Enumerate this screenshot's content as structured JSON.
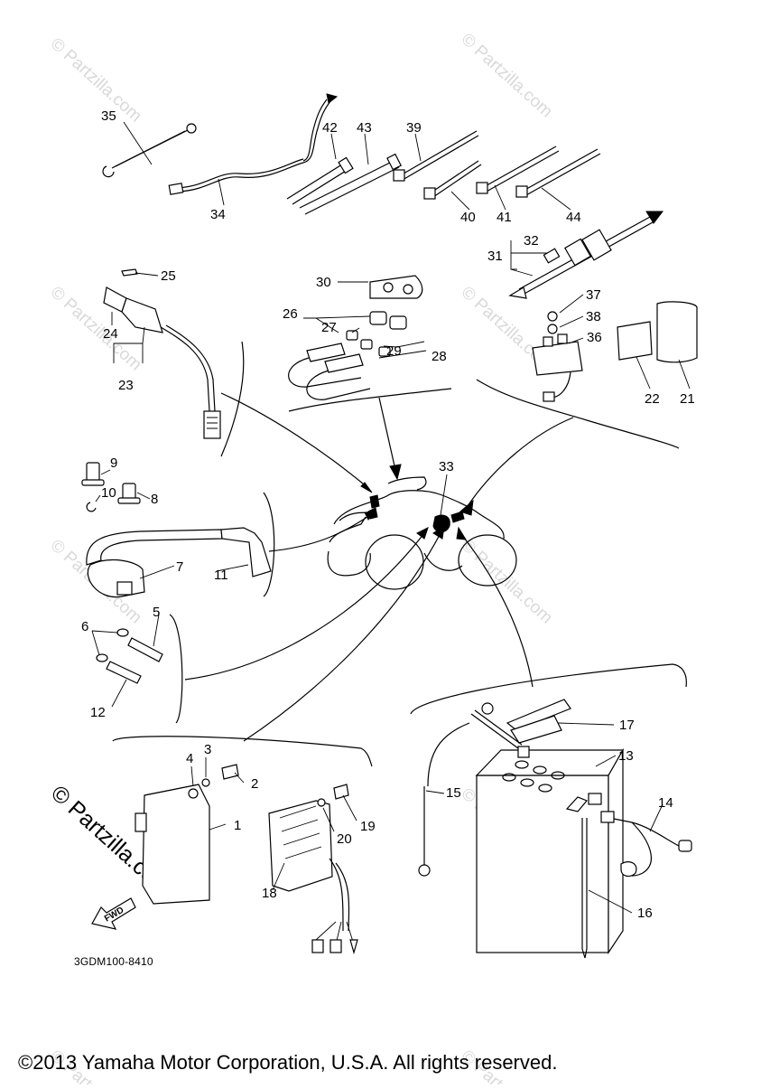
{
  "diagram": {
    "part_numbers": [
      "1",
      "2",
      "3",
      "4",
      "5",
      "6",
      "7",
      "8",
      "9",
      "10",
      "11",
      "12",
      "13",
      "14",
      "15",
      "16",
      "17",
      "18",
      "19",
      "20",
      "21",
      "22",
      "23",
      "24",
      "25",
      "26",
      "27",
      "28",
      "29",
      "30",
      "31",
      "32",
      "33",
      "34",
      "35",
      "36",
      "37",
      "38",
      "39",
      "40",
      "41",
      "42",
      "43",
      "44"
    ],
    "diagram_code": "3GDM100-8410",
    "fwd_label": "FWD",
    "watermark": "© Partzilla.com",
    "copyright": "©2013 Yamaha Motor Corporation, U.S.A. All rights reserved."
  }
}
